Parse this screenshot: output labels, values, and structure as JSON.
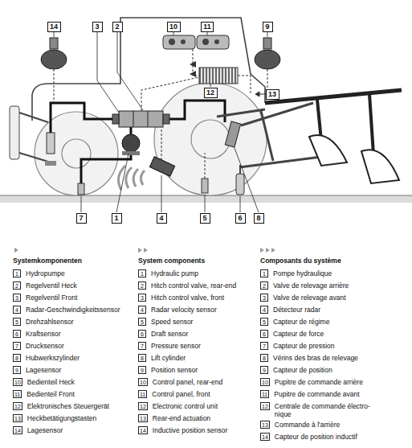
{
  "diagram": {
    "nodes": [
      {
        "text": [
          "14"
        ]
      },
      {
        "text": [
          "3"
        ]
      },
      {
        "text": [
          "2"
        ]
      },
      {
        "text": [
          "10"
        ]
      },
      {
        "text": [
          "11"
        ]
      },
      {
        "text": [
          "9"
        ]
      },
      {
        "text": [
          "12"
        ]
      },
      {
        "text": [
          "13"
        ]
      },
      {
        "text": [
          "7"
        ]
      },
      {
        "text": [
          "1"
        ]
      },
      {
        "text": [
          "4"
        ]
      },
      {
        "text": [
          "5"
        ]
      },
      {
        "text": [
          "6"
        ]
      },
      {
        "text": [
          "8"
        ]
      },
      {
        "text": [
          "1",
          "Hydropumpe"
        ]
      },
      {
        "text": [
          "2",
          "Regelventil Heck"
        ]
      },
      {
        "text": [
          "3",
          "Regelventil Front"
        ]
      },
      {
        "text": [
          "4",
          "Radar-Geschwindigkeitssensor"
        ]
      },
      {
        "text": [
          "5",
          "Drehzahlsensor"
        ]
      },
      {
        "text": [
          "6",
          "Kraftsensor"
        ]
      },
      {
        "text": [
          "7",
          "Drucksensor"
        ]
      },
      {
        "text": [
          "8",
          "Hubwerkszylinder"
        ]
      },
      {
        "text": [
          "9",
          "Lagesensor"
        ]
      },
      {
        "text": [
          "10",
          "Bedienteil Heck"
        ]
      },
      {
        "text": [
          "11",
          "Bedienteil Front"
        ]
      },
      {
        "text": [
          "12",
          "Elektronisches Steuergerät"
        ]
      },
      {
        "text": [
          "13",
          "Heckbetätigungstasten"
        ]
      },
      {
        "text": [
          "14",
          "Lagesensor"
        ]
      },
      {
        "text": [
          "1",
          "Hydraulic pump"
        ]
      },
      {
        "text": [
          "2",
          "Hitch control valve, rear-end"
        ]
      },
      {
        "text": [
          "3",
          "Hitch control valve, front"
        ]
      },
      {
        "text": [
          "4",
          "Radar velocity sensor"
        ]
      },
      {
        "text": [
          "5",
          "Speed sensor"
        ]
      },
      {
        "text": [
          "6",
          "Draft sensor"
        ]
      },
      {
        "text": [
          "7",
          "Pressure sensor"
        ]
      },
      {
        "text": [
          "8",
          "Lift cylinder"
        ]
      },
      {
        "text": [
          "9",
          "Position sensor"
        ]
      },
      {
        "text": [
          "10",
          "Control panel, rear-end"
        ]
      },
      {
        "text": [
          "11",
          "Control panel, front"
        ]
      },
      {
        "text": [
          "12",
          "Electronic control unit"
        ]
      },
      {
        "text": [
          "13",
          "Rear-end actuation"
        ]
      },
      {
        "text": [
          "14",
          "Inductive position sensor"
        ]
      },
      {
        "text": [
          "1",
          "Pompe hydraulique"
        ]
      },
      {
        "text": [
          "2",
          "Valve de relevage arrière"
        ]
      },
      {
        "text": [
          "3",
          "Valve de relevage avant"
        ]
      },
      {
        "text": [
          "4",
          "Détecteur radar"
        ]
      },
      {
        "text": [
          "5",
          "Capteur de régime"
        ]
      },
      {
        "text": [
          "6",
          "Capteur de force"
        ]
      },
      {
        "text": [
          "7",
          "Capteur de pression"
        ]
      },
      {
        "text": [
          "8",
          "Vérins des bras de relevage"
        ]
      },
      {
        "text": [
          "9",
          "Capteur de position"
        ]
      },
      {
        "text": [
          "10",
          "Pupitre de commande arrière"
        ]
      },
      {
        "text": [
          "11",
          "Pupitre de commande avant"
        ]
      },
      {
        "text": [
          "12",
          "Centrale de commande électro- nique"
        ]
      },
      {
        "text": [
          "13",
          "Commande à l'arrière"
        ]
      },
      {
        "text": [
          "14",
          "Capteur de position inductif"
        ]
      }
    ],
    "labels": [
      "Systemkomponenten",
      "System components",
      "Composants du système"
    ]
  }
}
